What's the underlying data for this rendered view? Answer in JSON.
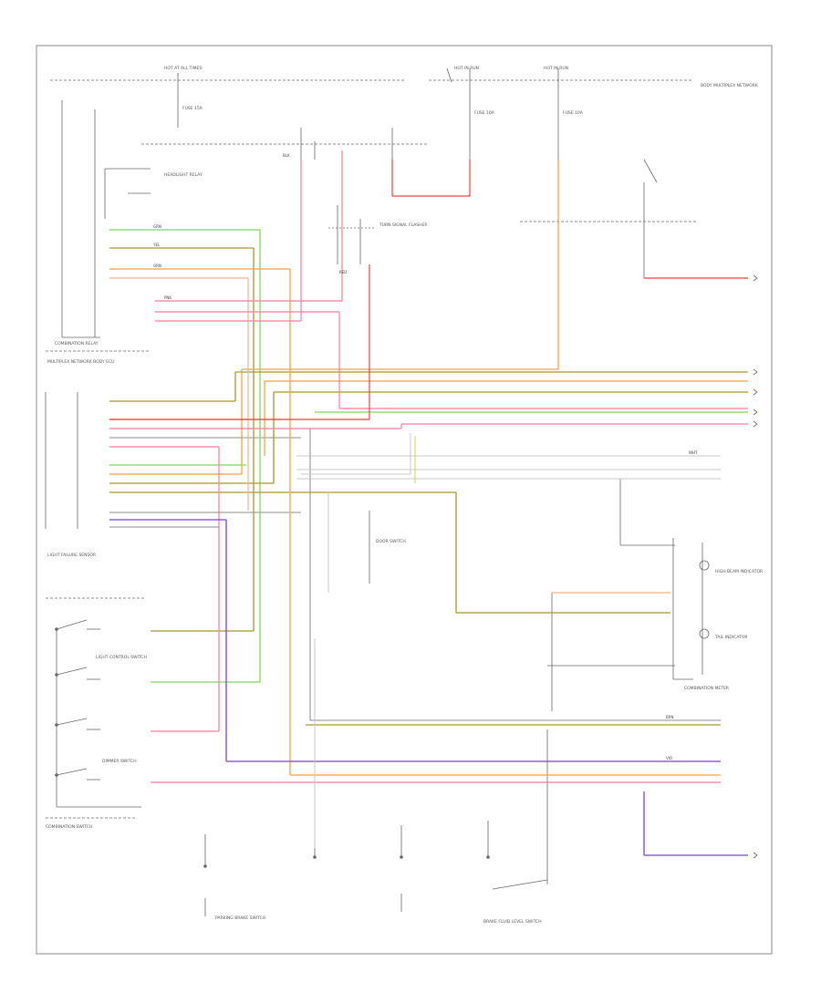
{
  "diagram": {
    "code": "",
    "labels": {
      "hot_left": "HOT AT ALL TIMES",
      "hot_mid": "HOT IN RUN",
      "hot_right": "HOT IN RUN",
      "fuse_left": "FUSE 15A",
      "fuse_mid": "FUSE 10A",
      "fuse_right": "FUSE 10A",
      "combination_relay": "COMBINATION RELAY",
      "combination_meter": "COMBINATION METER",
      "combination_switch": "COMBINATION SWITCH",
      "multiplex_top": "BODY MULTIPLEX NETWORK",
      "multiplex_left": "MULTIPLEX NETWORK BODY ECU",
      "light_control_switch": "LIGHT CONTROL SWITCH",
      "dimmer_switch": "DIMMER SWITCH",
      "door_switch": "DOOR SWITCH",
      "parking_brake_switch": "PARKING BRAKE SWITCH",
      "brake_fluid_switch": "BRAKE FLUID LEVEL SWITCH",
      "turn_signal_flasher": "TURN SIGNAL FLASHER",
      "light_failure_sensor": "LIGHT FAILURE SENSOR",
      "beam_indicator": "HIGH BEAM INDICATOR",
      "tail_indicator": "TAIL INDICATOR",
      "headlight_relay": "HEADLIGHT RELAY"
    },
    "wires": {
      "green": "GRN",
      "yellow": "YEL",
      "orange": "ORN",
      "pink": "PNK",
      "red": "RED",
      "violet": "VIO",
      "white": "WHT",
      "black": "BLK",
      "brown": "BRN"
    },
    "colors": {
      "green": "#7ed957",
      "yellow": "#c8b400",
      "orange": "#ff9f40",
      "pink": "#ff7a9a",
      "red": "#ff3b3b",
      "violet": "#7a3fd6",
      "olive": "#9a8a2a",
      "salmon": "#f7b08a",
      "gray": "#9a9a9a",
      "dark": "#444444"
    }
  }
}
